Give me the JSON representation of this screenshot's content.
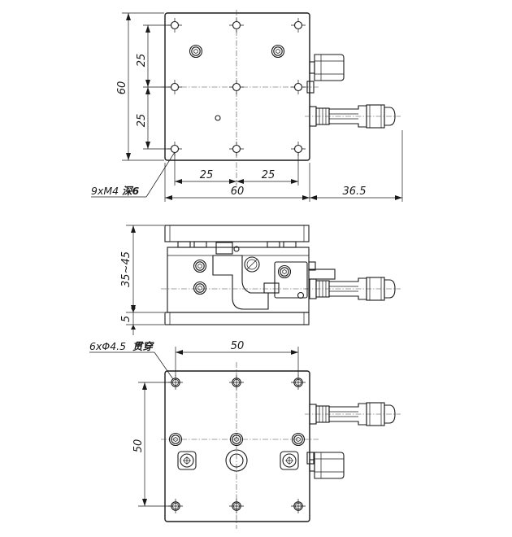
{
  "dimensions": {
    "top_height_total": "60",
    "top_height_upper": "25",
    "top_height_lower": "25",
    "top_width_left": "25",
    "top_width_right": "25",
    "top_width_total": "60",
    "micrometer_extent": "36.5",
    "side_height_range": "35~45",
    "side_base_height": "5",
    "bottom_width": "50",
    "bottom_height": "50"
  },
  "callouts": {
    "tapped_holes_prefix": "9xM4",
    "tapped_holes_depth": "深6",
    "through_holes_prefix": "6xΦ4.5",
    "through_holes_suffix": "贯穿"
  }
}
